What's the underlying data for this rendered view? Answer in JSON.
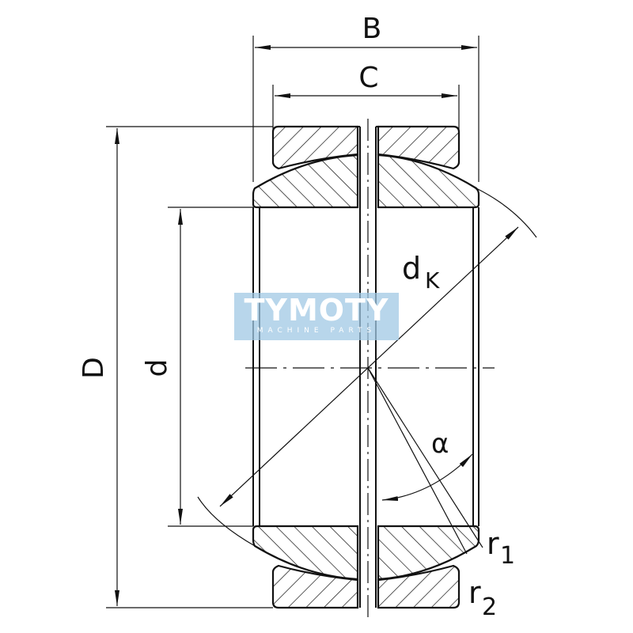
{
  "diagram": {
    "title": "Spherical plain bearing dimension drawing",
    "labels": {
      "B": "B",
      "C": "C",
      "D": "D",
      "d": "d",
      "dK_main": "d",
      "dK_sub": "K",
      "alpha": "α",
      "r1_main": "r",
      "r1_sub": "1",
      "r2_main": "r",
      "r2_sub": "2"
    },
    "watermark": {
      "title": "TYMOTY",
      "subtitle": "MACHINE PARTS",
      "color": "#a0c8e4"
    },
    "colors": {
      "line": "#111111",
      "background": "#ffffff"
    }
  }
}
